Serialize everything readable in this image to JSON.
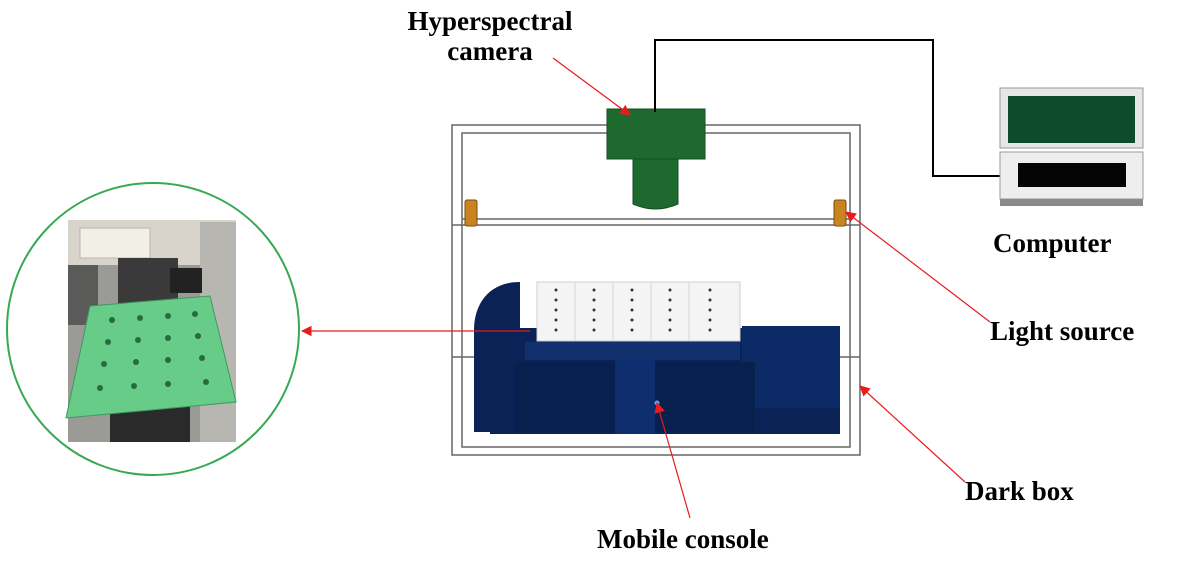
{
  "labels": {
    "camera_line1": "Hyperspectral",
    "camera_line2": "camera",
    "computer": "Computer",
    "light_source": "Light source",
    "dark_box": "Dark box",
    "mobile_console": "Mobile console"
  },
  "colors": {
    "camera": "#1e6a2e",
    "console": "#0a2255",
    "light_source": "#c98420",
    "arrow": "#e81c1c",
    "inset_circle": "#3aa852",
    "inset_plate": "#66cc88",
    "screen": "#0f4a2c"
  },
  "icons": {
    "camera": "hyperspectral-camera-icon",
    "computer": "computer-icon",
    "stage_photo": "stage-photo"
  }
}
